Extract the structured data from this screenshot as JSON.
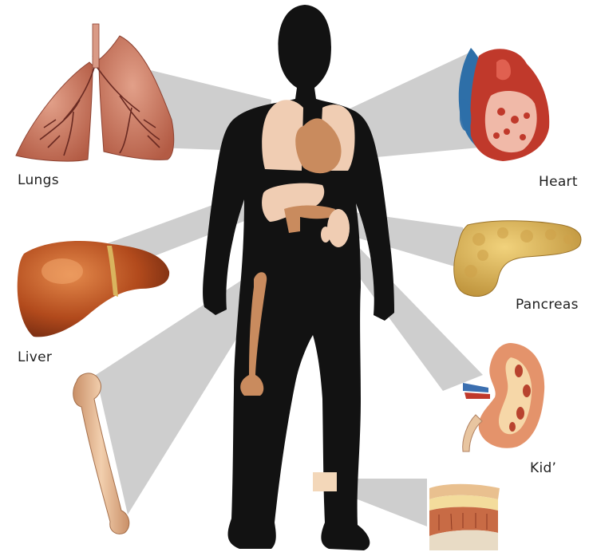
{
  "labels": {
    "lungs": "Lungs",
    "heart": "Heart",
    "liver": "Liver",
    "pancreas": "Pancreas",
    "kidney": "Kidʼ"
  }
}
